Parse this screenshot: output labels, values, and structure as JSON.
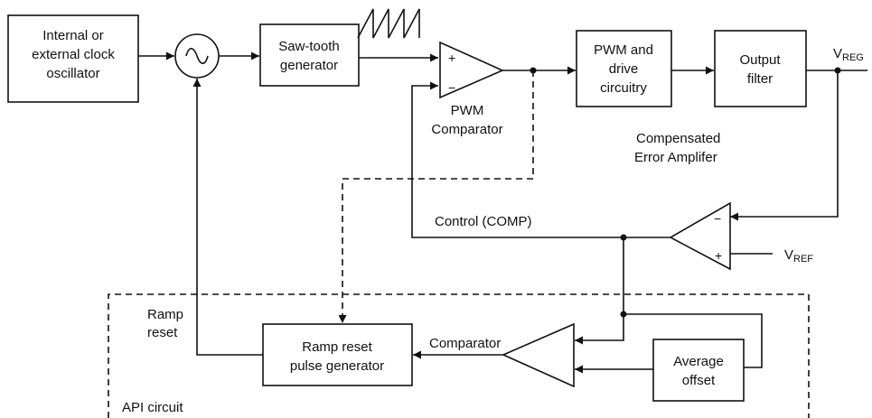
{
  "blocks": {
    "oscillator": [
      "Internal or",
      "external clock",
      "oscillator"
    ],
    "sawtooth": [
      "Saw-tooth",
      "generator"
    ],
    "pwm_drive": [
      "PWM and",
      "drive",
      "circuitry"
    ],
    "output_filter": [
      "Output",
      "filter"
    ],
    "ramp_reset_pulse": [
      "Ramp reset",
      "pulse generator"
    ],
    "average_offset": [
      "Average",
      "offset"
    ]
  },
  "labels": {
    "pwm_comparator": [
      "PWM",
      "Comparator"
    ],
    "error_amplifier": [
      "Compensated",
      "Error Amplifer"
    ],
    "control": "Control (COMP)",
    "comparator": "Comparator",
    "ramp_reset": [
      "Ramp",
      "reset"
    ],
    "api_circuit": "API circuit",
    "vreg": {
      "main": "V",
      "sub": "REG"
    },
    "vref": {
      "main": "V",
      "sub": "REF"
    }
  },
  "signs": {
    "plus": "+",
    "minus": "−"
  }
}
